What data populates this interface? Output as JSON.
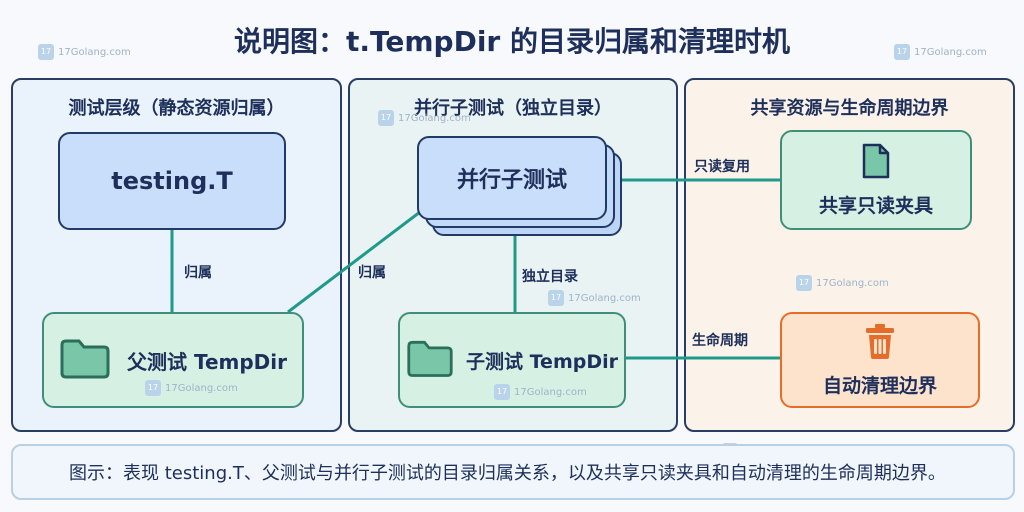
{
  "title": "说明图：t.TempDir 的目录归属和清理时机",
  "panels": {
    "left": {
      "title": "测试层级（静态资源归属）"
    },
    "middle": {
      "title": "并行子测试（独立目录）"
    },
    "right": {
      "title": "共享资源与生命周期边界"
    }
  },
  "nodes": {
    "testing_t": "testing.T",
    "parent_tempdir": "父测试 TempDir",
    "parallel_subtests": "并行子测试",
    "child_tempdir": "子测试 TempDir",
    "shared_fixture": "共享只读夹具",
    "auto_cleanup": "自动清理边界"
  },
  "edges": {
    "belongs_left": "归属",
    "belongs_cross": "归属",
    "independent_dir": "独立目录",
    "readonly_reuse": "只读复用",
    "lifecycle": "生命周期"
  },
  "icons": {
    "folder": "folder-icon",
    "file": "file-icon",
    "trash": "trash-icon"
  },
  "watermark": "17Golang.com",
  "caption": "图示：表现 testing.T、父测试与并行子测试的目录归属关系，以及共享只读夹具和自动清理的生命周期边界。",
  "colors": {
    "connector": "#1f9a8a",
    "blue_node": "#c9defa",
    "green_node": "#d6f0e3",
    "orange_node": "#fde2cc"
  }
}
